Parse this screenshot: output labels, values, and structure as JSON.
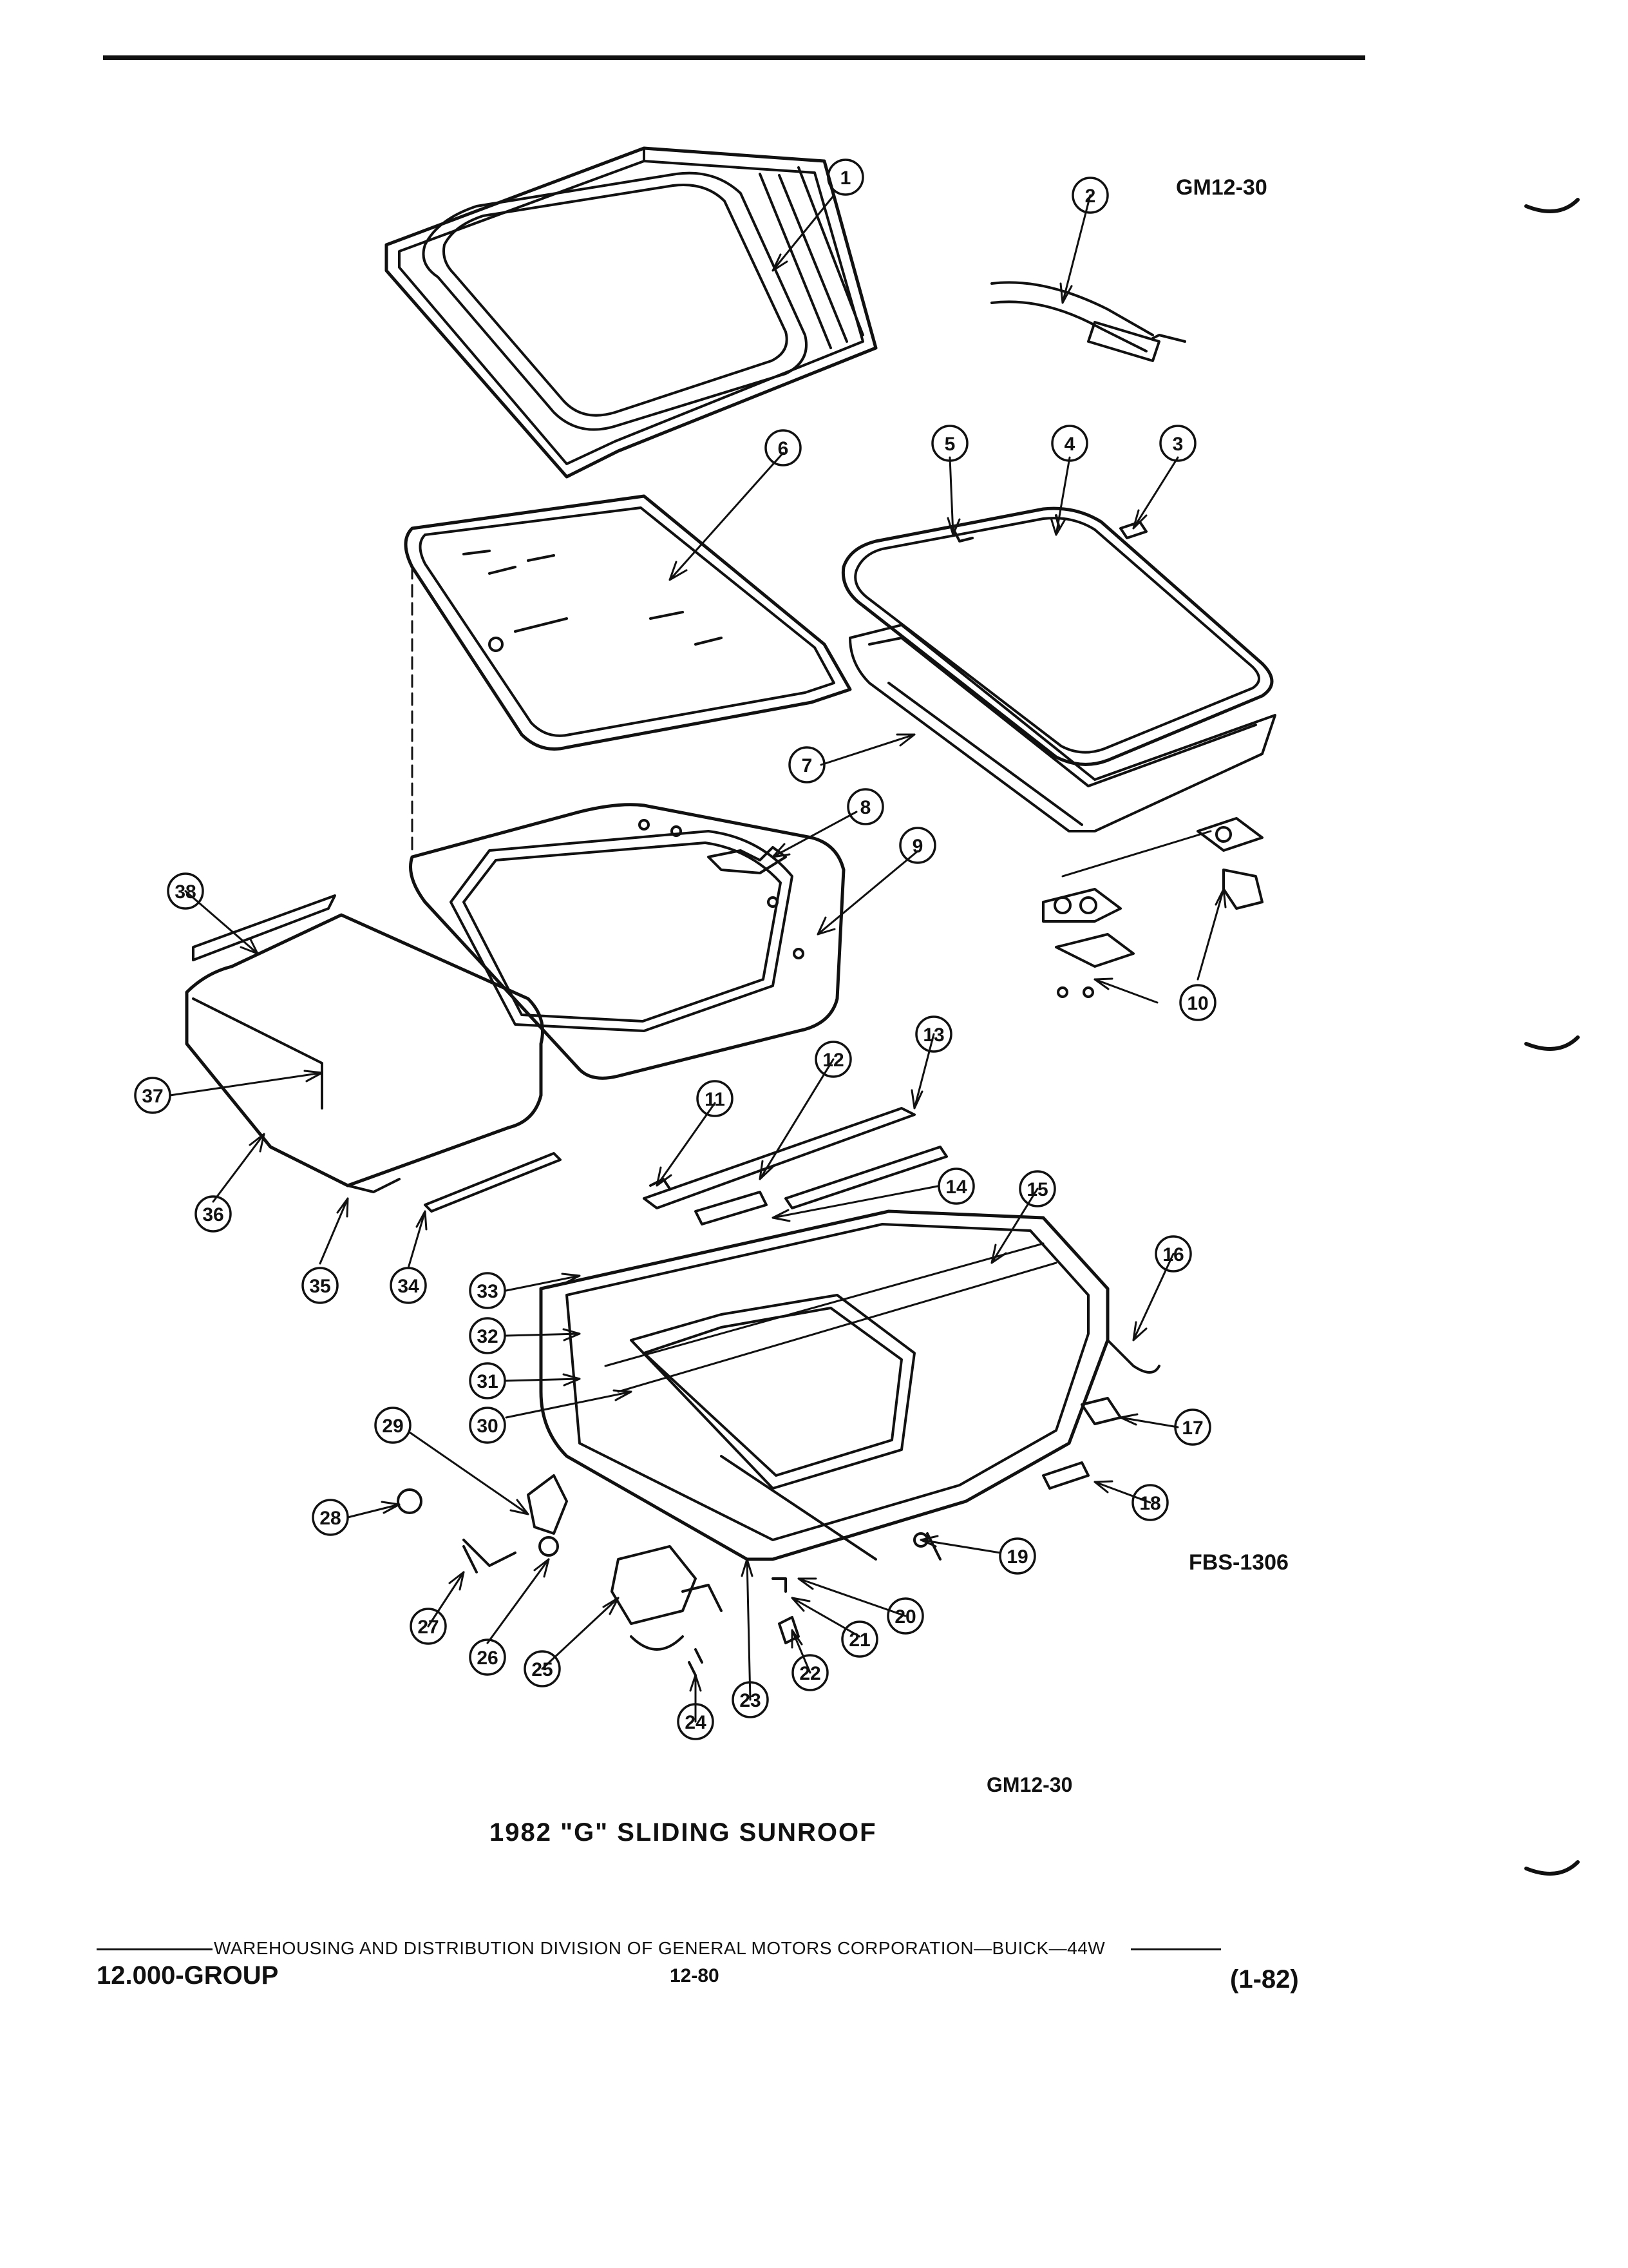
{
  "header": {
    "diagram_code": "GM12-30"
  },
  "figure": {
    "fbs_code": "FBS-1306",
    "gm_code": "GM12-30",
    "caption": "1982 \"G\" SLIDING SUNROOF"
  },
  "callouts": [
    "1",
    "2",
    "3",
    "4",
    "5",
    "6",
    "7",
    "8",
    "9",
    "10",
    "11",
    "12",
    "13",
    "14",
    "15",
    "16",
    "17",
    "18",
    "19",
    "20",
    "21",
    "22",
    "23",
    "24",
    "25",
    "26",
    "27",
    "28",
    "29",
    "30",
    "31",
    "32",
    "33",
    "34",
    "35",
    "36",
    "37",
    "38"
  ],
  "footer": {
    "publisher": "WAREHOUSING AND DISTRIBUTION  DIVISION OF GENERAL MOTORS CORPORATION—BUICK—44W",
    "group": "12.000-GROUP",
    "page": "12-80",
    "date": "(1-82)"
  }
}
